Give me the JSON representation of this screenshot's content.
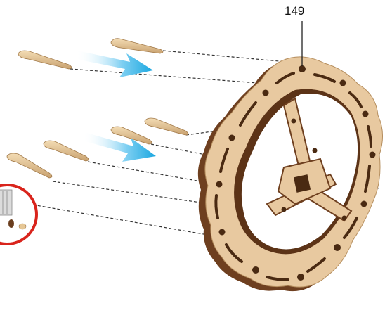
{
  "diagram": {
    "part_number": "149",
    "colors": {
      "wood_face": "#e8c9a0",
      "wood_edge": "#7a4a28",
      "wood_dark": "#5c3317",
      "peg": "#e6c796",
      "arrow": "#1aa7e0",
      "detail_ring": "#d9241c",
      "guide_line": "#333333"
    },
    "elements": [
      {
        "kind": "wooden-ring-part",
        "icon": "gear-ring-icon"
      },
      {
        "kind": "wooden-peg",
        "count": 7
      },
      {
        "kind": "insertion-arrow",
        "count": 2,
        "icon": "arrow-right-icon"
      },
      {
        "kind": "detail-callout",
        "icon": "magnify-circle-icon"
      }
    ]
  }
}
